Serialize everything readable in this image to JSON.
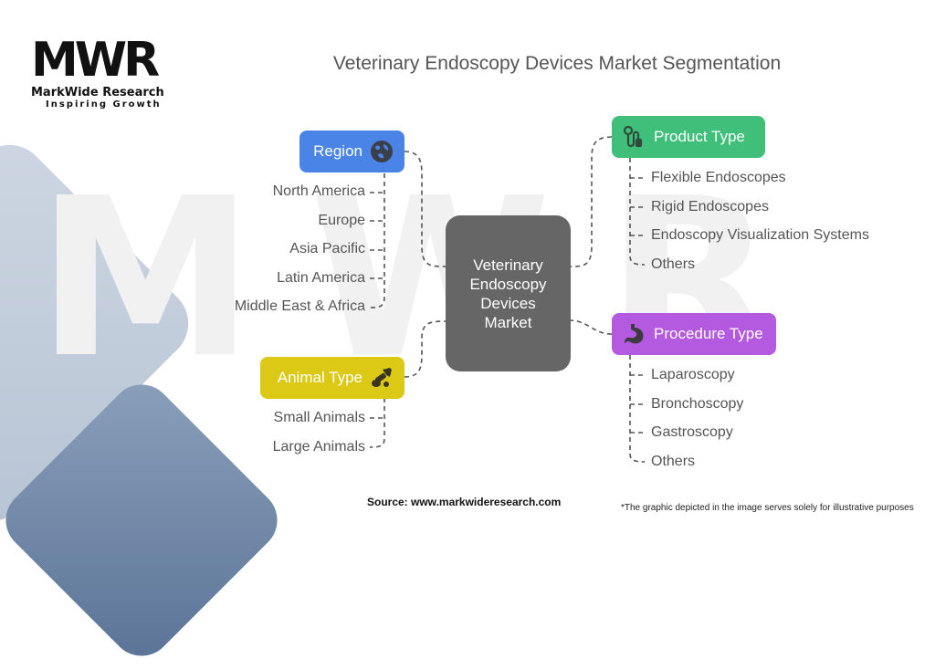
{
  "header": {
    "logo_mark": "MWR",
    "logo_name": "MarkWide Research",
    "logo_tagline": "Inspiring Growth",
    "title": "Veterinary Endoscopy Devices Market Segmentation"
  },
  "center": {
    "label_lines": [
      "Veterinary",
      "Endoscopy",
      "Devices",
      "Market"
    ],
    "color": "#666666"
  },
  "segments": {
    "region": {
      "label": "Region",
      "icon": "globe-icon",
      "color": "#4a84e6",
      "items": [
        "North America",
        "Europe",
        "Asia Pacific",
        "Latin America",
        "Middle East & Africa"
      ]
    },
    "product_type": {
      "label": "Product Type",
      "icon": "stethoscope-icon",
      "color": "#3fbf7a",
      "items": [
        "Flexible Endoscopes",
        "Rigid Endoscopes",
        "Endoscopy Visualization Systems",
        "Others"
      ]
    },
    "procedure_type": {
      "label": "Procedure Type",
      "icon": "stomach-icon",
      "color": "#b35ae0",
      "items": [
        "Laparoscopy",
        "Bronchoscopy",
        "Gastroscopy",
        "Others"
      ]
    },
    "animal_type": {
      "label": "Animal Type",
      "icon": "animal-syringe-icon",
      "color": "#dcc916",
      "items": [
        "Small Animals",
        "Large Animals"
      ]
    }
  },
  "footer": {
    "source": "Source: www.markwideresearch.com",
    "disclaimer": "*The graphic depicted in the image serves solely for illustrative purposes"
  }
}
